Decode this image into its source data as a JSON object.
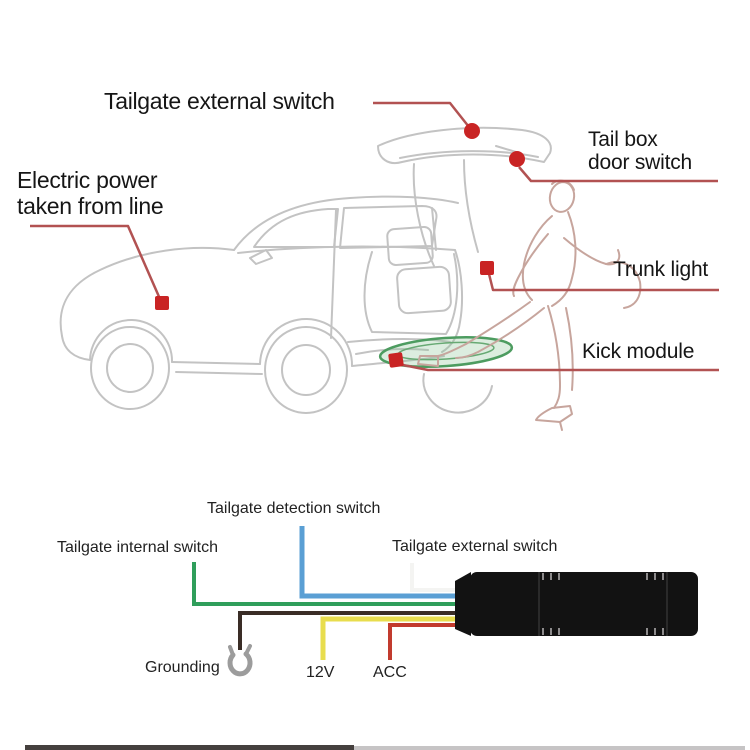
{
  "car_diagram": {
    "labels": {
      "tailgate_external_switch": "Tailgate external switch",
      "electric_power_line1": "Electric power",
      "electric_power_line2": "taken from line",
      "tail_box_line1": "Tail box",
      "tail_box_line2": "door switch",
      "trunk_light": "Trunk light",
      "kick_module": "Kick module"
    },
    "colors": {
      "leader_line": "#b25252",
      "marker": "#c92424",
      "car_outline": "#c3c3c3",
      "person_outline": "#c7a59d",
      "kick_sensor_stroke": "#4d9c60",
      "kick_sensor_fill": "rgba(140,195,150,0.30)"
    }
  },
  "wiring_panel": {
    "background": "#c9c7c8",
    "border": "#474344",
    "labels": {
      "detection": "Tailgate detection switch",
      "internal": "Tailgate internal switch",
      "external": "Tailgate external switch",
      "grounding": "Grounding",
      "v12": "12V",
      "acc": "ACC"
    },
    "wires": {
      "internal": {
        "name": "tailgate internal switch wire",
        "color": "#2f9e5b"
      },
      "detection": {
        "name": "tailgate detection switch wire",
        "color": "#5a9fd4"
      },
      "external": {
        "name": "tailgate external switch wire",
        "color": "#f4f4f2"
      },
      "grounding": {
        "name": "grounding wire",
        "color": "#3a2d26"
      },
      "v12": {
        "name": "12V power wire",
        "color": "#e8dd4e"
      },
      "acc": {
        "name": "ACC wire",
        "color": "#c23b2e"
      }
    },
    "connector": {
      "name": "black barrel connector",
      "color": "#121212"
    }
  }
}
